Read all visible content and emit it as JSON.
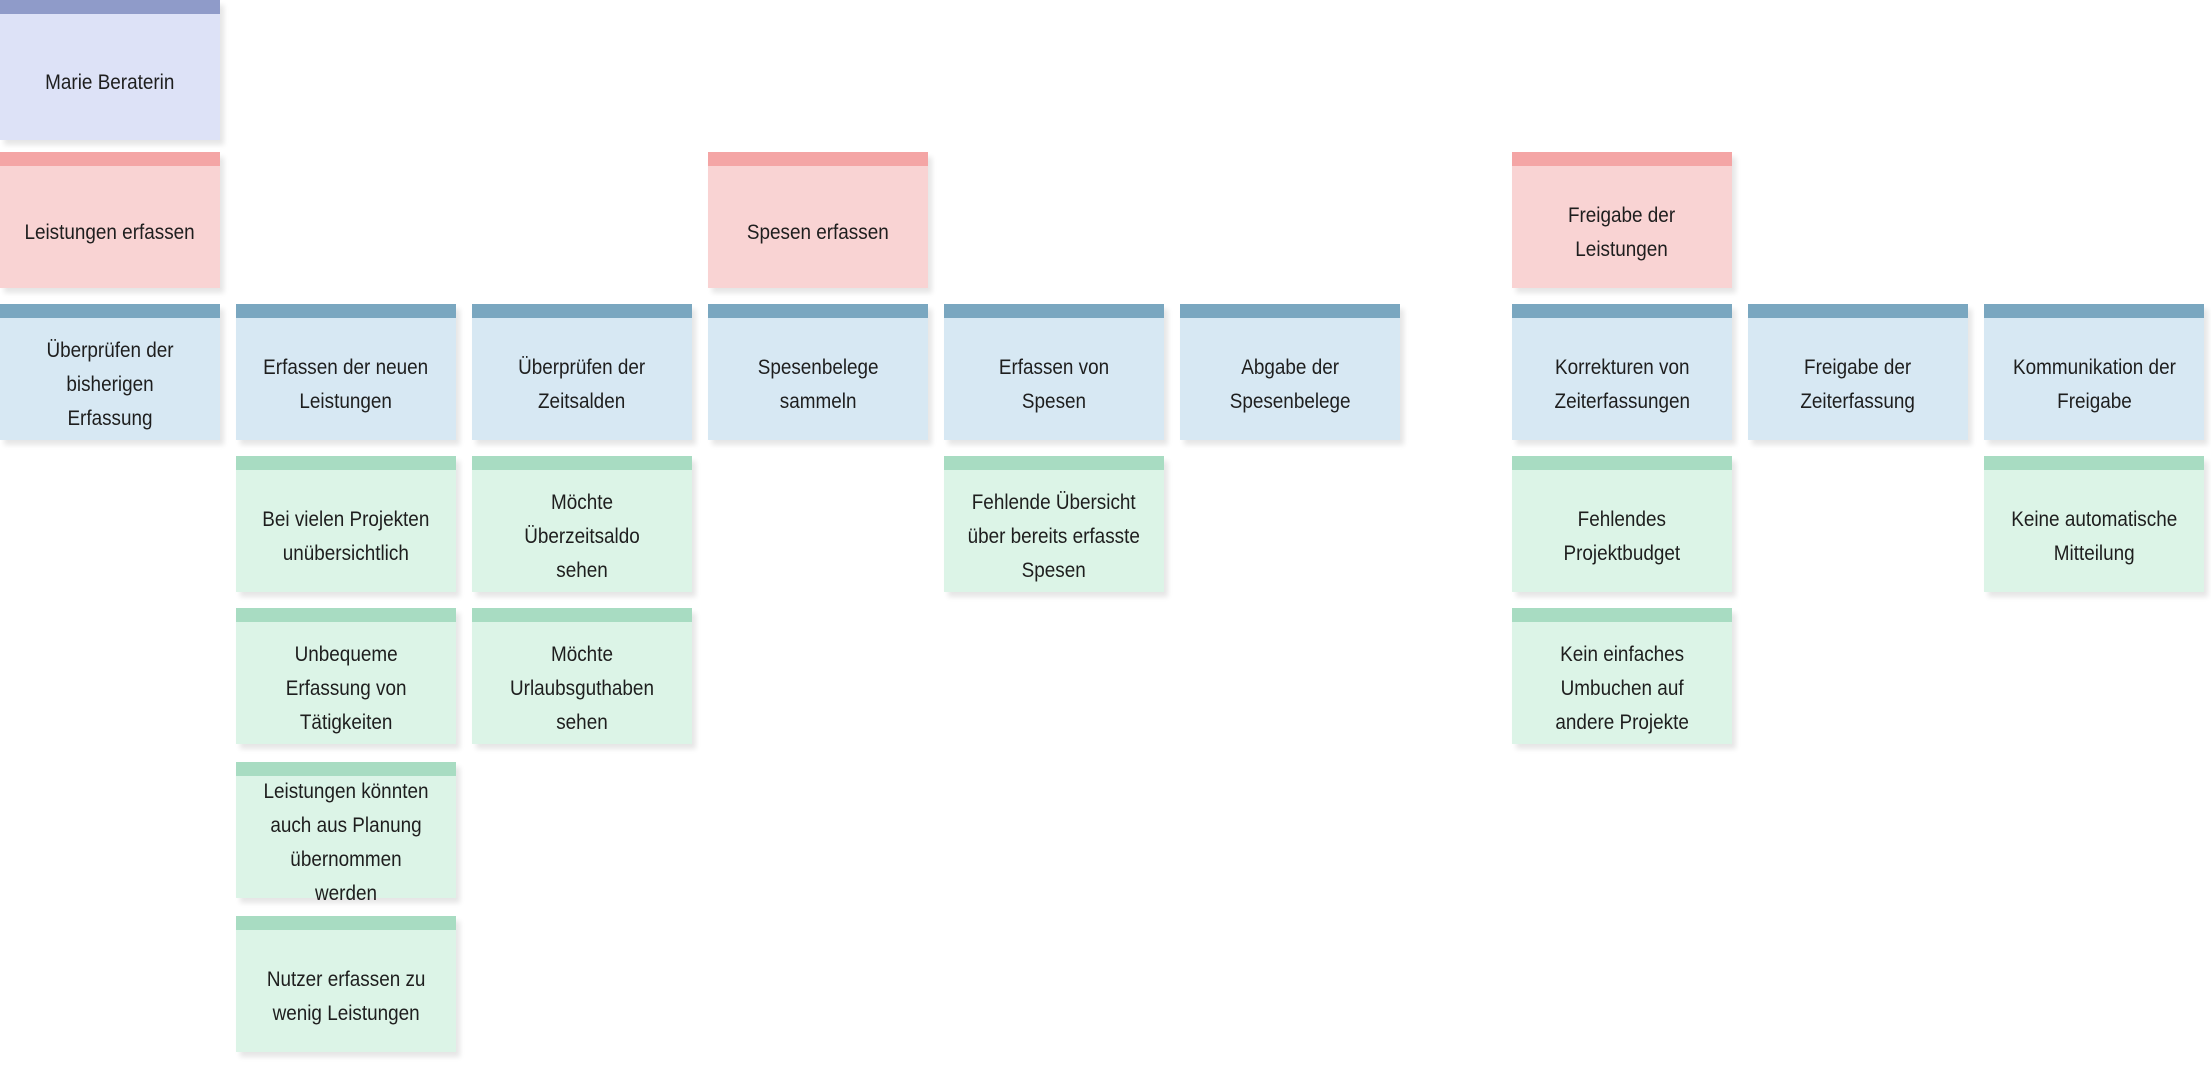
{
  "persona": {
    "label": "Marie Beraterin"
  },
  "activities": [
    {
      "id": "leistungen",
      "label": "Leistungen erfassen"
    },
    {
      "id": "spesen",
      "label": "Spesen erfassen"
    },
    {
      "id": "freigabe",
      "label": "Freigabe der\nLeistungen"
    }
  ],
  "tasks": [
    {
      "label": "Überprüfen der\nbisherigen Erfassung",
      "pain_points": []
    },
    {
      "label": "Erfassen der neuen\nLeistungen",
      "pain_points": [
        "Bei vielen Projekten\nunübersichtlich",
        "Unbequeme\nErfassung von\nTätigkeiten",
        "Leistungen könnten\nauch aus Planung\nübernommen werden",
        "Nutzer erfassen zu\nwenig Leistungen"
      ]
    },
    {
      "label": "Überprüfen der\nZeitsalden",
      "pain_points": [
        "Möchte Überzeitsaldo\nsehen",
        "Möchte\nUrlaubsguthaben\nsehen"
      ]
    },
    {
      "label": "Spesenbelege\nsammeln",
      "pain_points": []
    },
    {
      "label": "Erfassen von Spesen",
      "pain_points": [
        "Fehlende Übersicht\nüber bereits erfasste\nSpesen"
      ]
    },
    {
      "label": "Abgabe der\nSpesenbelege",
      "pain_points": []
    },
    {
      "label": "Korrekturen von\nZeiterfassungen",
      "pain_points": [
        "Fehlendes\nProjektbudget",
        "Kein einfaches\nUmbuchen auf\nandere Projekte"
      ]
    },
    {
      "label": "Freigabe der\nZeiterfassung",
      "pain_points": []
    },
    {
      "label": "Kommunikation der\nFreigabe",
      "pain_points": [
        "Keine automatische\nMitteilung"
      ]
    }
  ]
}
